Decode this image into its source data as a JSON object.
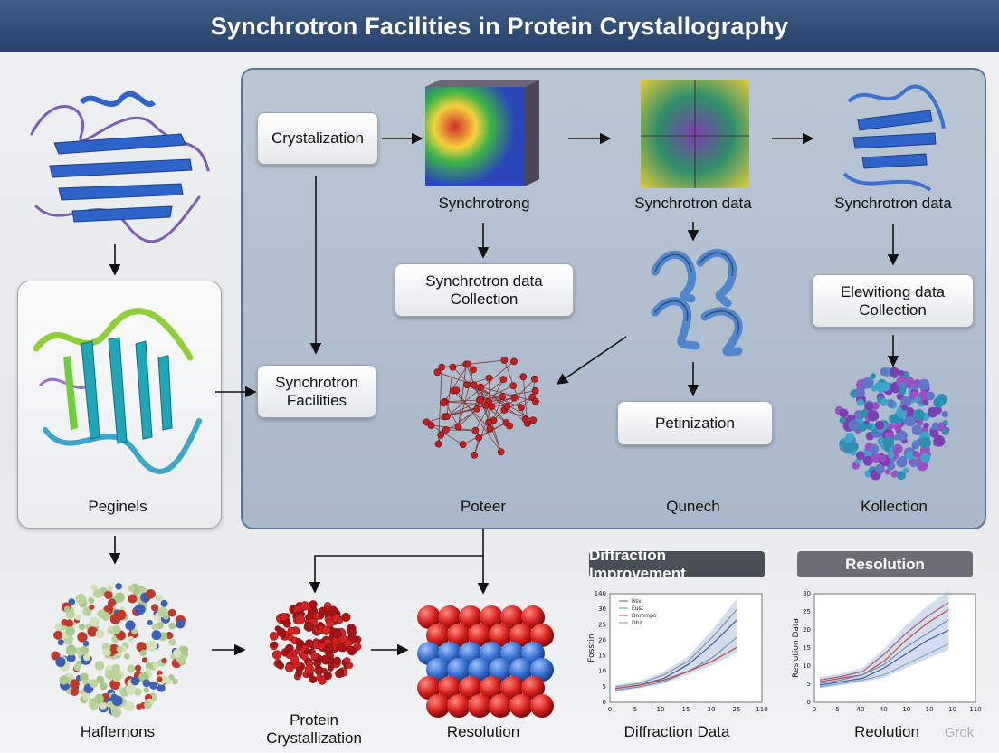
{
  "header": {
    "title": "Synchrotron Facilities in Protein Crystallography"
  },
  "boxes": {
    "crystalization": "Crystalization",
    "collection_1": "Synchrotron data\nCollection",
    "facilities": "Synchrotron\nFacilities",
    "collection_2": "Elewitiong data\nCollection",
    "petinization": "Petinization"
  },
  "labels": {
    "synchrotrong": "Synchrotrong",
    "synchrotron_data_1": "Synchrotron data",
    "synchrotron_data_2": "Synchrotron data",
    "peginels": "Peginels",
    "poteer": "Poteer",
    "qunech": "Qunech",
    "kollection": "Kollection",
    "haflernons": "Haflernons",
    "protein_crystallization": "Protein\nCrystallization",
    "resolution": "Resolution",
    "diffraction_data": "Diffraction Data",
    "reolution": "Reolution"
  },
  "watermark": "Grok",
  "colors": {
    "header": "#2f4c74",
    "panel": "#b3c1d1",
    "chart1_header": "#4a4f57",
    "chart2_header": "#6a6e74"
  },
  "chart_data": [
    {
      "type": "line",
      "title": "Diffraction Improvement",
      "xlabel": "Diffraction Data",
      "ylabel": "Fosstin",
      "x_ticks": [
        "0",
        "5",
        "10",
        "15",
        "20",
        "25",
        "110"
      ],
      "y_ticks": [
        "0",
        "5",
        "10",
        "15",
        "20",
        "25",
        "30",
        "140"
      ],
      "legend": [
        "Bsv",
        "Eust",
        "Dnmmpo",
        "Dbz"
      ],
      "legend_placement": "top-left",
      "series": [
        {
          "name": "Bsv",
          "color": "#3a5a9a",
          "x": [
            0,
            5,
            10,
            15,
            20,
            25
          ],
          "y": [
            4,
            5,
            7,
            11,
            17,
            24
          ]
        },
        {
          "name": "Eust",
          "color": "#6f8fc0",
          "x": [
            0,
            5,
            10,
            15,
            20,
            25
          ],
          "y": [
            3.5,
            4.5,
            6,
            9,
            13,
            19
          ]
        },
        {
          "name": "Dnmmpo",
          "color": "#c2453f",
          "x": [
            0,
            5,
            10,
            15,
            20,
            25
          ],
          "y": [
            4,
            5,
            6.5,
            9,
            12,
            16
          ]
        },
        {
          "name": "Dbz",
          "color": "#8a8ea0",
          "x": [
            0,
            5,
            10,
            15,
            20,
            25
          ],
          "y": [
            4.5,
            5.5,
            8,
            12,
            19,
            27
          ]
        }
      ]
    },
    {
      "type": "line",
      "title": "Resolution",
      "xlabel": "Reolution",
      "ylabel": "Reslution Data",
      "x_ticks": [
        "0",
        "5",
        "40",
        "40",
        "10",
        "10",
        "10",
        "110"
      ],
      "y_ticks": [
        "0",
        "5",
        "10",
        "15",
        "20",
        "25",
        "30"
      ],
      "series": [
        {
          "name": "",
          "color": "#c2453f",
          "x": [
            0,
            1,
            2,
            3,
            4,
            5,
            6
          ],
          "y": [
            6,
            7,
            8,
            12,
            18,
            23,
            27
          ]
        },
        {
          "name": "",
          "color": "#3a5a9a",
          "x": [
            0,
            1,
            2,
            3,
            4,
            5,
            6
          ],
          "y": [
            5,
            6,
            7,
            10,
            14,
            18,
            21
          ]
        },
        {
          "name": "",
          "color": "#6f8fc0",
          "x": [
            0,
            1,
            2,
            3,
            4,
            5,
            6
          ],
          "y": [
            5.5,
            6.5,
            8,
            11,
            16,
            20,
            24
          ]
        },
        {
          "name": "",
          "color": "#a05a80",
          "x": [
            0,
            1,
            2,
            3,
            4,
            5,
            6
          ],
          "y": [
            6.5,
            7.5,
            9,
            14,
            20,
            25,
            29
          ]
        },
        {
          "name": "",
          "color": "#7ea6cc",
          "x": [
            0,
            1,
            2,
            3,
            4,
            5,
            6
          ],
          "y": [
            4.5,
            5.5,
            6.5,
            8,
            11,
            14,
            17
          ]
        }
      ]
    }
  ]
}
